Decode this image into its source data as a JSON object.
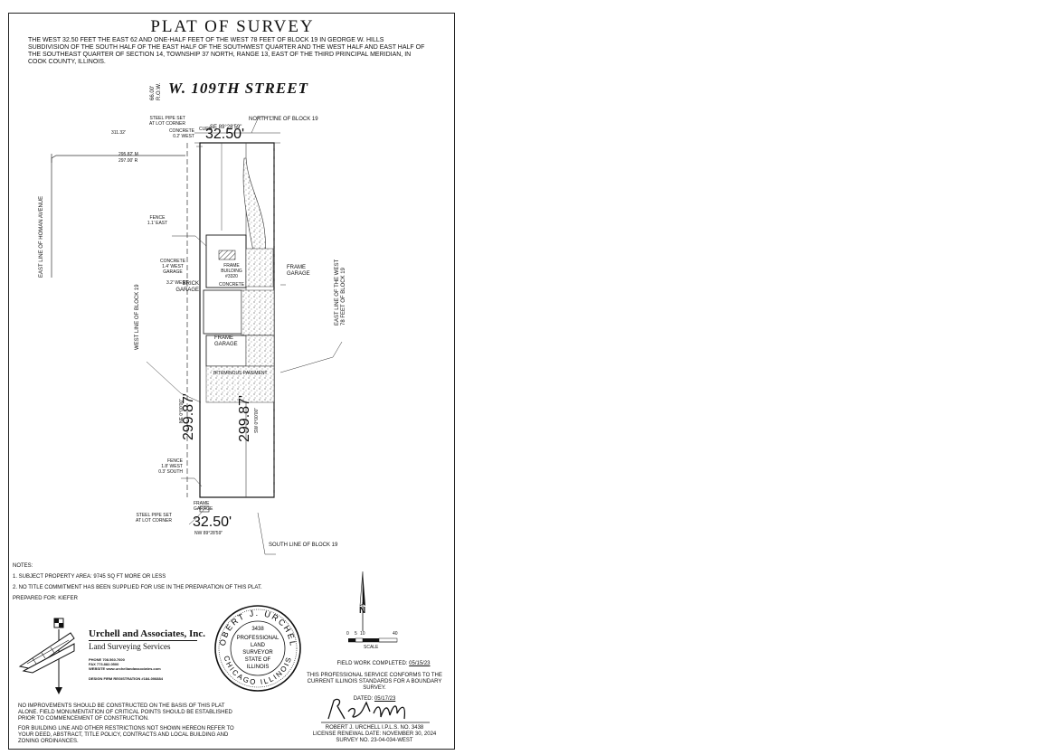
{
  "title": "PLAT OF SURVEY",
  "legal_description": "THE WEST 32.50 FEET THE EAST 62 AND ONE-HALF FEET OF THE WEST 78 FEET OF BLOCK 19 IN GEORGE W. HILLS SUBDIVISION OF THE SOUTH HALF OF THE EAST HALF OF THE SOUTHWEST QUARTER AND THE WEST HALF AND EAST HALF OF THE SOUTHEAST QUARTER OF SECTION 14, TOWNSHIP 37 NORTH, RANGE 13, EAST OF THE THIRD PRINCIPAL MERIDIAN, IN COOK COUNTY, ILLINOIS.",
  "street": {
    "name": "W. 109TH STREET",
    "row_line1": "66.00'",
    "row_line2": "R.O.W."
  },
  "labels": {
    "north_line": "NORTH LINE OF BLOCK 19",
    "south_line": "SOUTH LINE OF BLOCK 19",
    "west_line": "WEST LINE OF BLOCK 19",
    "east_line_1": "EAST LINE OF THE WEST",
    "east_line_2": "78 FEET OF BLOCK 19",
    "homan": "EAST LINE OF HOMAN AVENUE",
    "pipe_top_1": "STEEL PIPE SET",
    "pipe_top_2": "AT LOT CORNER",
    "pipe_bot_1": "STEEL PIPE SET",
    "pipe_bot_2": "AT LOT CORNER",
    "concrete_top_1": "CONCRETE",
    "concrete_top_2": "0.2' WEST",
    "curb": "CURB",
    "top_bearing": "SE 89°28'59\"",
    "top_dim": "32.50'",
    "bottom_dim": "32.50'",
    "bottom_bearing": "NW 89°28'59\"",
    "left_dim": "299.87'",
    "left_bearing": "NE 0°00'00\"",
    "right_dim": "299.87'",
    "right_bearing": "SW 0°00'00\"",
    "dist_311": "311.32'",
    "dist_295_m": "295.82' M",
    "dist_297_r": "297.00' R",
    "fence_1": "FENCE",
    "fence_1b": "1.1' EAST",
    "concrete_mid_1": "CONCRETE",
    "concrete_mid_2": "1.4' WEST",
    "garage_1": "GARAGE",
    "garage_2": "3.2' WEST",
    "brick_1": "BRICK",
    "brick_2": "GARAGE",
    "frame_garage_r1": "FRAME",
    "frame_garage_r2": "GARAGE",
    "frame_garage_m1": "FRAME",
    "frame_garage_m2": "GARAGE",
    "frame_building_1": "FRAME",
    "frame_building_2": "BUILDING",
    "frame_building_3": "#3320",
    "concrete_inside": "CONCRETE",
    "bituminous": "BITUMINOUS PAVEMENT",
    "fence_2": "FENCE",
    "fence_2b": "1.8' WEST",
    "fence_2c": "0.3' SOUTH",
    "frame_garage_b1": "FRAME",
    "frame_garage_b2": "GARAGE"
  },
  "notes": {
    "heading": "NOTES:",
    "note1": "1. SUBJECT PROPERTY AREA: 9745 SQ FT MORE OR LESS",
    "note2": "2. NO TITLE COMMITMENT HAS BEEN SUPPLIED FOR USE IN THE PREPARATION OF THIS PLAT.",
    "prepared_for": "PREPARED FOR: KIEFER"
  },
  "company": {
    "name": "Urchell and Associates, Inc.",
    "sub": "Land Surveying Services",
    "phone": "PHONE 708.560.7600",
    "fax": "FAX 773.882.0500",
    "website": "WEBSITE www.urchellandassociates.com",
    "firm": "DESIGN FIRM REGISTRATION #184-006884"
  },
  "seal": {
    "top": "ROBERT J. URCHELL",
    "number": "3438",
    "l1": "PROFESSIONAL",
    "l2": "LAND",
    "l3": "SURVEYOR",
    "l4": "STATE OF",
    "l5": "ILLINOIS",
    "bottom": "CHICAGO ILLINOIS"
  },
  "scale": {
    "t0": "0",
    "t1": "5",
    "t2": "10",
    "t3": "40",
    "label": "SCALE",
    "north": "N"
  },
  "certification": {
    "field_label": "FIELD WORK COMPLETED:",
    "field_date": "05/15/23",
    "conforms_1": "THIS PROFESSIONAL SERVICE CONFORMS TO THE",
    "conforms_2": "CURRENT ILLINOIS STANDARDS FOR A BOUNDARY SURVEY.",
    "dated_label": "DATED:",
    "dated": "05/17/23",
    "name_line": "ROBERT J. URCHELL    I.P.L.S. No. 3438",
    "license": "LICENSE RENEWAL DATE: NOVEMBER 30, 2024",
    "survey_no": "SURVEY No. 23-04-034-WEST"
  },
  "bottom_notes": {
    "p1": "NO IMPROVEMENTS SHOULD BE CONSTRUCTED ON THE BASIS OF THIS PLAT ALONE. FIELD MONUMENTATION OF CRITICAL POINTS SHOULD BE ESTABLISHED PRIOR TO COMMENCEMENT OF CONSTRUCTION.",
    "p2": "FOR BUILDING LINE AND OTHER RESTRICTIONS NOT SHOWN HEREON REFER TO YOUR DEED, ABSTRACT, TITLE POLICY, CONTRACTS AND LOCAL BUILDING AND ZONING ORDINANCES."
  }
}
